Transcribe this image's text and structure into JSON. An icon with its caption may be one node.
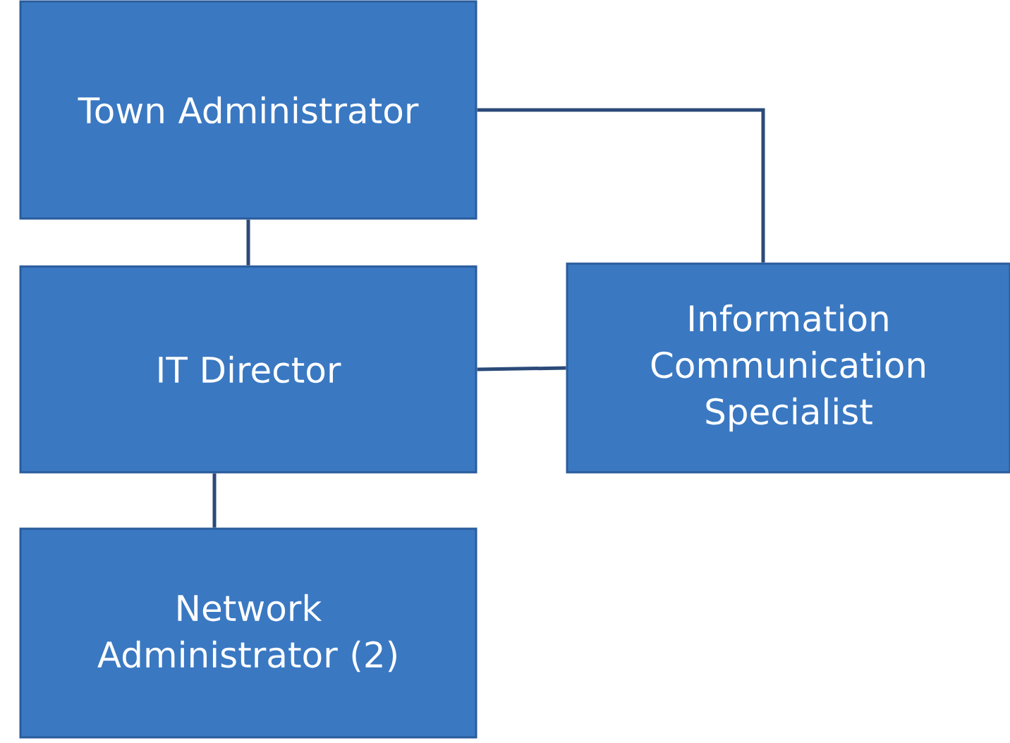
{
  "diagram": {
    "nodes": [
      {
        "text": [
          "Town Administrator"
        ]
      },
      {
        "text": [
          "IT Director"
        ]
      },
      {
        "text": [
          "Network Administrator (2)"
        ]
      },
      {
        "text": [
          "Information Communication Specialist"
        ]
      }
    ],
    "edges": [
      {
        "from": 0,
        "to": 1,
        "arrow": "none"
      },
      {
        "from": 1,
        "to": 2,
        "arrow": "none"
      },
      {
        "from": 1,
        "to": 3,
        "arrow": "none"
      },
      {
        "from": 0,
        "to": 3,
        "arrow": "none"
      }
    ]
  }
}
